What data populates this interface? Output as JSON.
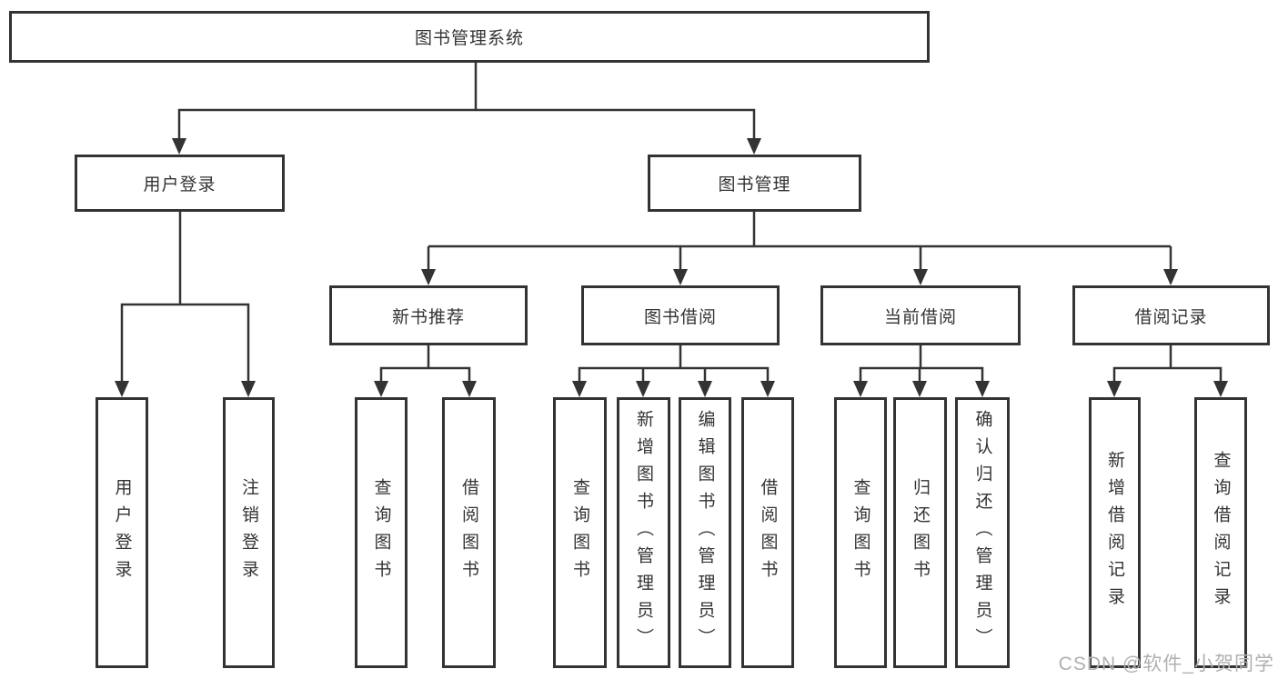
{
  "diagram": {
    "root": "图书管理系统",
    "branches": [
      {
        "label": "用户登录",
        "leaves": [
          "用户登录",
          "注销登录"
        ]
      },
      {
        "label": "图书管理",
        "groups": [
          {
            "label": "新书推荐",
            "leaves": [
              "查询图书",
              "借阅图书"
            ]
          },
          {
            "label": "图书借阅",
            "leaves": [
              "查询图书",
              "新增图书（管理员）",
              "编辑图书（管理员）",
              "借阅图书"
            ]
          },
          {
            "label": "当前借阅",
            "leaves": [
              "查询图书",
              "归还图书",
              "确认归还（管理员）"
            ]
          },
          {
            "label": "借阅记录",
            "leaves": [
              "新增借阅记录",
              "查询借阅记录"
            ]
          }
        ]
      }
    ]
  },
  "watermark": "CSDN @软件_小贺同学",
  "colors": {
    "line": "#333333",
    "box_border": "#333333",
    "text": "#333333",
    "watermark": "#b0b0b0",
    "background": "#ffffff"
  }
}
